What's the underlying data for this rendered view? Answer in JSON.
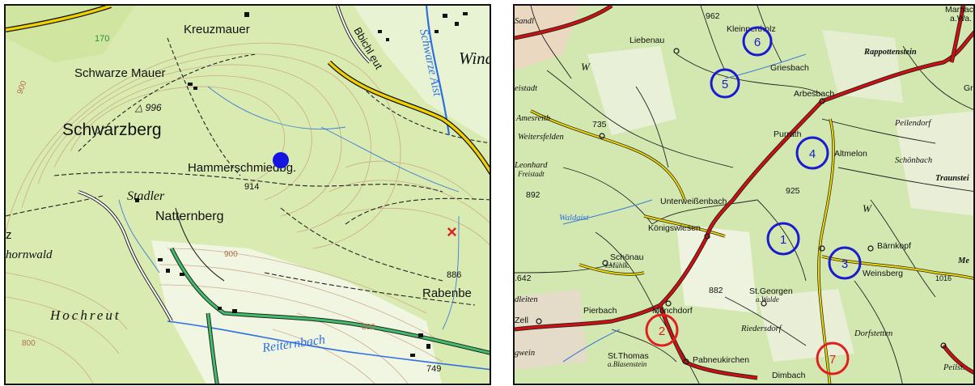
{
  "left_map": {
    "labels": {
      "kreuzmauer": "Kreuzmauer",
      "schwarze_mauer": "Schwarze Mauer",
      "peak_996": "△ 996",
      "schwarzberg": "Schwarzberg",
      "hammerschmiedbg": "Hammerschmiedbg.",
      "elev_914": "914",
      "stadler": "Stadler",
      "natternberg": "Natternberg",
      "hornwald": "hornwald",
      "z": "z",
      "hochreut": "Hochreut",
      "reiternbach": "Reiternbach",
      "elev_886": "886",
      "rabenbe": "Rabenbe",
      "elev_749": "749",
      "wind": "Wind",
      "schwarze_aist": "Schwarze Aist",
      "bbichleut": "Bbichl eut",
      "road_170": "170",
      "c900": "900",
      "c800a": "800",
      "c800b": "800",
      "c900b": "900"
    },
    "markers": {
      "blue_dot_color": "#1515e0",
      "red_x": "×",
      "red_color": "#e02020"
    }
  },
  "right_map": {
    "labels": {
      "sandl": "Sandl",
      "n962": "962",
      "liebenau": "Liebenau",
      "kleinpertholz": "Kleinpertholz",
      "marbach": "Marbach",
      "marbach2": "a.Wa.",
      "rappottenstein": "Rappottenstein",
      "griesbach": "Griesbach",
      "gr": "Gr",
      "eistadt": "eistadt",
      "amesreith": "Amesreith",
      "arbesbach": "Arbesbach",
      "weitersfelden": "Weitersfelden",
      "n735": "735",
      "purrath": "Purrath",
      "peilendorf": "Peilendorf",
      "altmelon": "Altmelon",
      "schoenbach": "Schönbach",
      "leonhard": "Leonhard",
      "freistadt": "Freistadt",
      "traunstein": "Traunstei",
      "n892": "892",
      "unterweissenbach": "Unterweißenbach",
      "n925": "925",
      "waldaist": "Waldaist",
      "koenigswiesen": "Königswiesen",
      "baernkopf": "Bärnkopf",
      "schoenau": "Schönau",
      "muehlk": "i.Mühlk.",
      "n642": ".642",
      "n882": "882",
      "st_georgen": "St.Georgen",
      "st_georgen2": "a.Walde",
      "weinsberg": "Weinsberg",
      "n1016": "1016",
      "dleiten": "dleiten",
      "zell": "Zell",
      "pierbach": "Pierbach",
      "moenchdorf": "Mönchdorf",
      "riedersdorf": "Riedersdorf",
      "dorfstetten": "Dorfstetten",
      "gwein": "gwein",
      "st_thomas": "St.Thomas",
      "st_thomas2": "a.Blasenstein",
      "pabneukirchen": "Pabneukirchen",
      "dimbach": "Dimbach",
      "w1": "W",
      "w2": "W",
      "me": "Me",
      "peilst": "Peilst."
    },
    "markers": [
      {
        "id": "6",
        "label": "6",
        "color": "#1a1ad0"
      },
      {
        "id": "5",
        "label": "5",
        "color": "#1a1ad0"
      },
      {
        "id": "4",
        "label": "4",
        "color": "#1a1ad0"
      },
      {
        "id": "1",
        "label": "1",
        "color": "#1a1ad0"
      },
      {
        "id": "3",
        "label": "3",
        "color": "#1a1ad0"
      },
      {
        "id": "2",
        "label": "2",
        "color": "#e02020"
      },
      {
        "id": "7",
        "label": "7",
        "color": "#e02020"
      }
    ]
  }
}
